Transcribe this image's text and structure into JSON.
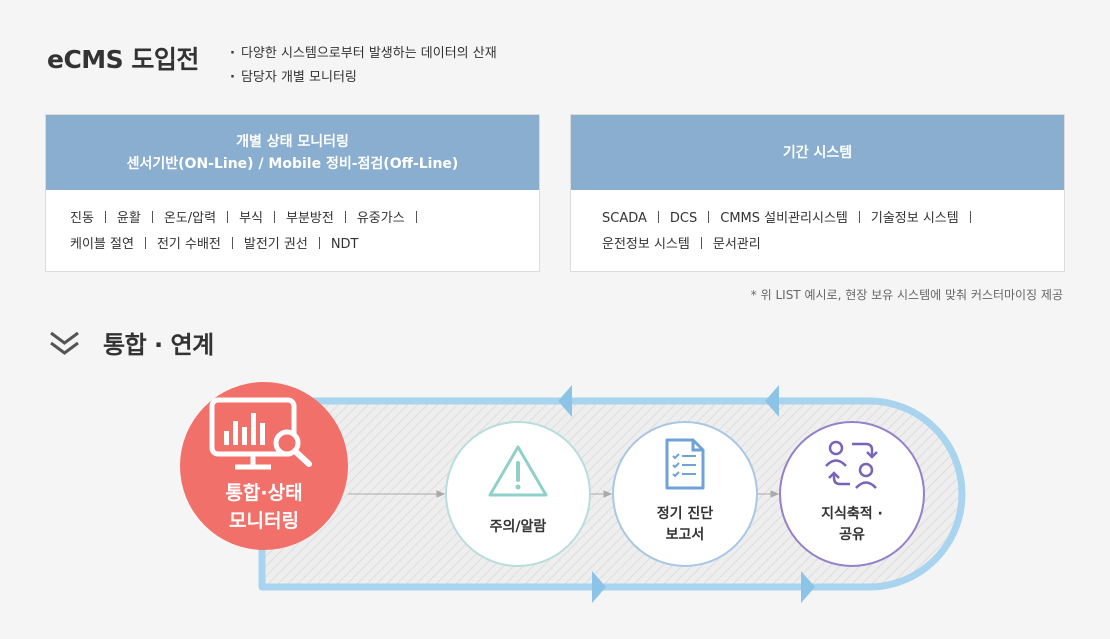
{
  "header": {
    "title": "eCMS 도입전",
    "bullets": [
      "다양한 시스템으로부터 발생하는 데이터의 산재",
      "담당자 개별 모니터링"
    ]
  },
  "left_box": {
    "title_line1": "개별 상태 모니터링",
    "title_line2": "센서기반(ON-Line) / Mobile 정비-점검(Off-Line)",
    "items": [
      "진동",
      "윤활",
      "온도/압력",
      "부식",
      "부분방전",
      "유중가스",
      "케이블 절연",
      "전기 수배전",
      "발전기 권선",
      "NDT"
    ]
  },
  "right_box": {
    "title": "기간 시스템",
    "items": [
      "SCADA",
      "DCS",
      "CMMS 설비관리시스템",
      "기술정보 시스템",
      "운전정보 시스템",
      "문서관리"
    ]
  },
  "note": "* 위 LIST 예시로, 현장 보유 시스템에 맞춰 커스터마이징 제공",
  "section": {
    "title": "통합 · 연계",
    "icon": "double-chevron-down-icon"
  },
  "diagram": {
    "main": {
      "line1": "통합·상태",
      "line2": "모니터링",
      "icon": "monitor-chart-search-icon",
      "color": "#f2706a"
    },
    "steps": [
      {
        "line1": "주의/알람",
        "line2": "",
        "icon": "warning-triangle-icon",
        "color": "#8fd1c9"
      },
      {
        "line1": "정기 진단",
        "line2": "보고서",
        "icon": "report-document-icon",
        "color": "#6fa3d8"
      },
      {
        "line1": "지식축적 ·",
        "line2": "공유",
        "icon": "knowledge-share-icon",
        "color": "#7a63b8"
      }
    ]
  },
  "colors": {
    "header_bar": "#89aecf",
    "track": "#a9d4ef",
    "arrow": "#8cc4e8"
  }
}
